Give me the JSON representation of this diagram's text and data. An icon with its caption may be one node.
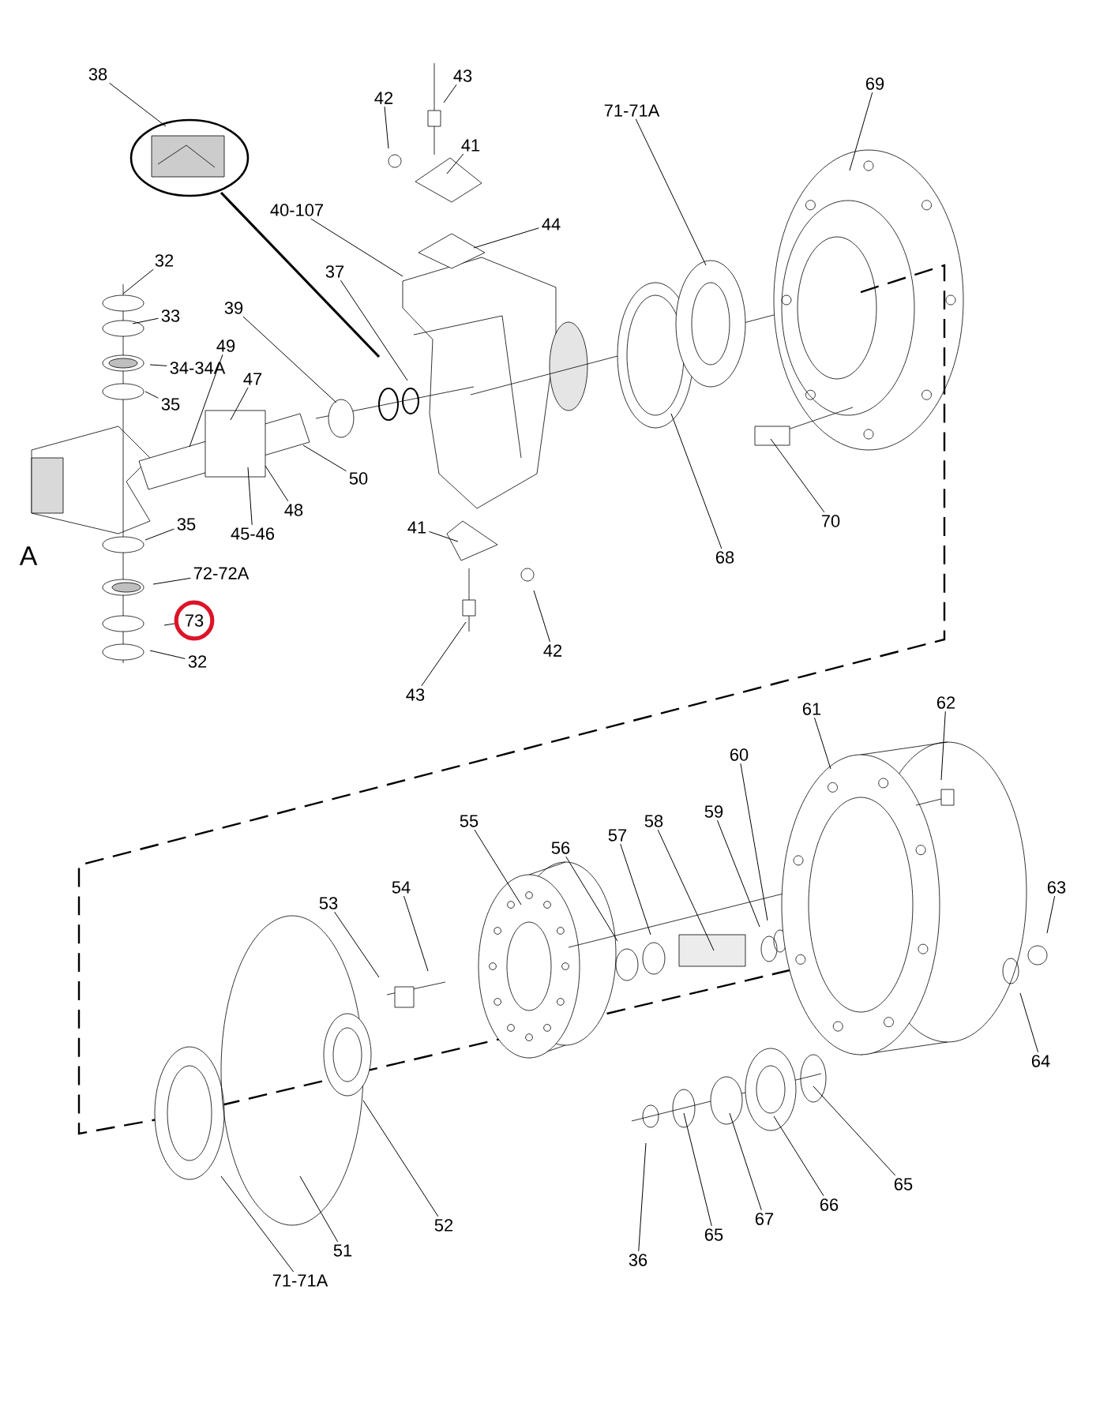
{
  "diagram": {
    "nodes": [
      {
        "text": [
          "38"
        ]
      },
      {
        "text": [
          "43"
        ]
      },
      {
        "text": [
          "42"
        ]
      },
      {
        "text": [
          "69"
        ]
      },
      {
        "text": [
          "71-71A"
        ]
      },
      {
        "text": [
          "41"
        ]
      },
      {
        "text": [
          "40-107"
        ]
      },
      {
        "text": [
          "44"
        ]
      },
      {
        "text": [
          "32"
        ]
      },
      {
        "text": [
          "37"
        ]
      },
      {
        "text": [
          "39"
        ]
      },
      {
        "text": [
          "33"
        ]
      },
      {
        "text": [
          "49"
        ]
      },
      {
        "text": [
          "34-34A"
        ]
      },
      {
        "text": [
          "47"
        ]
      },
      {
        "text": [
          "35"
        ]
      },
      {
        "text": [
          "50"
        ]
      },
      {
        "text": [
          "48"
        ]
      },
      {
        "text": [
          "70"
        ]
      },
      {
        "text": [
          "35"
        ]
      },
      {
        "text": [
          "45-46"
        ]
      },
      {
        "text": [
          "41"
        ]
      },
      {
        "text": [
          "68"
        ]
      },
      {
        "text": [
          "72-72A"
        ]
      },
      {
        "text": [
          "73"
        ]
      },
      {
        "text": [
          "42"
        ]
      },
      {
        "text": [
          "32"
        ]
      },
      {
        "text": [
          "43"
        ]
      },
      {
        "text": [
          "61"
        ]
      },
      {
        "text": [
          "62"
        ]
      },
      {
        "text": [
          "60"
        ]
      },
      {
        "text": [
          "59"
        ]
      },
      {
        "text": [
          "58"
        ]
      },
      {
        "text": [
          "57"
        ]
      },
      {
        "text": [
          "56"
        ]
      },
      {
        "text": [
          "55"
        ]
      },
      {
        "text": [
          "54"
        ]
      },
      {
        "text": [
          "53"
        ]
      },
      {
        "text": [
          "63"
        ]
      },
      {
        "text": [
          "64"
        ]
      },
      {
        "text": [
          "65"
        ]
      },
      {
        "text": [
          "66"
        ]
      },
      {
        "text": [
          "67"
        ]
      },
      {
        "text": [
          "65"
        ]
      },
      {
        "text": [
          "36"
        ]
      },
      {
        "text": [
          "52"
        ]
      },
      {
        "text": [
          "51"
        ]
      },
      {
        "text": [
          "71-71A"
        ]
      }
    ],
    "edges": [
      {
        "from": 0,
        "to": null,
        "arrow": "none"
      },
      {
        "from": 1,
        "to": null,
        "arrow": "none"
      },
      {
        "from": 2,
        "to": null,
        "arrow": "none"
      },
      {
        "from": 3,
        "to": null,
        "arrow": "none"
      },
      {
        "from": 4,
        "to": null,
        "arrow": "none"
      },
      {
        "from": 5,
        "to": null,
        "arrow": "none"
      },
      {
        "from": 6,
        "to": null,
        "arrow": "none"
      },
      {
        "from": 7,
        "to": null,
        "arrow": "none"
      },
      {
        "from": 8,
        "to": null,
        "arrow": "none"
      },
      {
        "from": 9,
        "to": null,
        "arrow": "none"
      },
      {
        "from": 10,
        "to": null,
        "arrow": "none"
      },
      {
        "from": 11,
        "to": null,
        "arrow": "none"
      },
      {
        "from": 12,
        "to": null,
        "arrow": "none"
      },
      {
        "from": 13,
        "to": null,
        "arrow": "none"
      },
      {
        "from": 14,
        "to": null,
        "arrow": "none"
      },
      {
        "from": 15,
        "to": null,
        "arrow": "none"
      },
      {
        "from": 16,
        "to": null,
        "arrow": "none"
      },
      {
        "from": 17,
        "to": null,
        "arrow": "none"
      },
      {
        "from": 18,
        "to": null,
        "arrow": "none"
      },
      {
        "from": 19,
        "to": null,
        "arrow": "none"
      },
      {
        "from": 20,
        "to": null,
        "arrow": "none"
      },
      {
        "from": 21,
        "to": null,
        "arrow": "none"
      },
      {
        "from": 22,
        "to": null,
        "arrow": "none"
      },
      {
        "from": 23,
        "to": null,
        "arrow": "none"
      },
      {
        "from": 24,
        "to": null,
        "arrow": "none"
      },
      {
        "from": 25,
        "to": null,
        "arrow": "none"
      },
      {
        "from": 26,
        "to": null,
        "arrow": "none"
      },
      {
        "from": 27,
        "to": null,
        "arrow": "none"
      },
      {
        "from": 28,
        "to": null,
        "arrow": "none"
      },
      {
        "from": 29,
        "to": null,
        "arrow": "none"
      },
      {
        "from": 30,
        "to": null,
        "arrow": "none"
      },
      {
        "from": 31,
        "to": null,
        "arrow": "none"
      },
      {
        "from": 32,
        "to": null,
        "arrow": "none"
      },
      {
        "from": 33,
        "to": null,
        "arrow": "none"
      },
      {
        "from": 34,
        "to": null,
        "arrow": "none"
      },
      {
        "from": 35,
        "to": null,
        "arrow": "none"
      },
      {
        "from": 36,
        "to": null,
        "arrow": "none"
      },
      {
        "from": 37,
        "to": null,
        "arrow": "none"
      },
      {
        "from": 38,
        "to": null,
        "arrow": "none"
      },
      {
        "from": 39,
        "to": null,
        "arrow": "none"
      },
      {
        "from": 40,
        "to": null,
        "arrow": "none"
      },
      {
        "from": 41,
        "to": null,
        "arrow": "none"
      },
      {
        "from": 42,
        "to": null,
        "arrow": "none"
      },
      {
        "from": 43,
        "to": null,
        "arrow": "none"
      },
      {
        "from": 44,
        "to": null,
        "arrow": "none"
      },
      {
        "from": 45,
        "to": null,
        "arrow": "none"
      },
      {
        "from": 46,
        "to": null,
        "arrow": "none"
      },
      {
        "from": 47,
        "to": null,
        "arrow": "none"
      }
    ],
    "labels": [
      "A"
    ]
  }
}
